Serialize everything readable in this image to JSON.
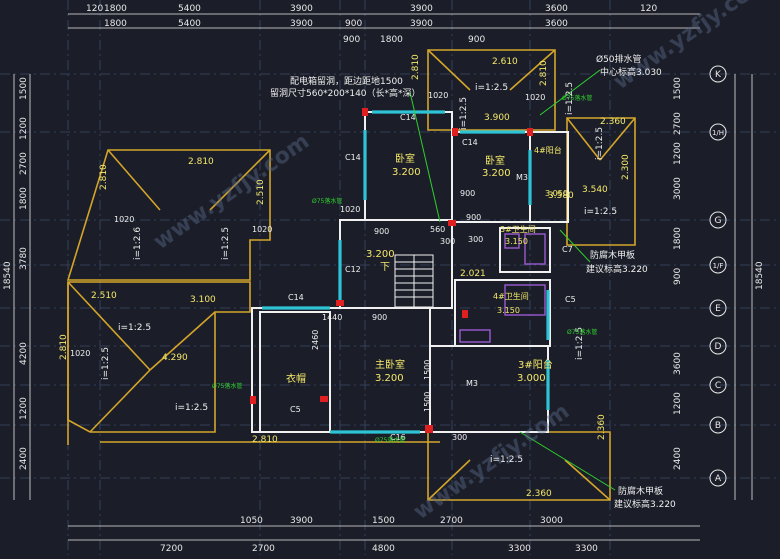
{
  "colors": {
    "background": "#1b1e28",
    "grid": "#3a4a6a",
    "dimension": "#e8e8e8",
    "wall": "#f0f0f0",
    "roof": "#d4a52a",
    "window": "#2ec4d6",
    "door": "#e02020",
    "label": "#f5e96b",
    "leader": "#2fd02f",
    "fixture": "#9a5bd1",
    "watermark": "#5a6a8a"
  },
  "dims_top_outer": [
    "120",
    "1800",
    "5400",
    "3900",
    "3900",
    "3600",
    "120"
  ],
  "dims_top_inner": [
    "1800",
    "5400",
    "3900",
    "900",
    "3900",
    "3600"
  ],
  "dims_top_minor": [
    "900",
    "1800",
    "900"
  ],
  "dims_bottom_outer": [
    "7200",
    "2700",
    "4800",
    "3300",
    "3300"
  ],
  "dims_bottom_inner": [
    "1050",
    "3900",
    "1500",
    "2700",
    "3000"
  ],
  "dims_left_outer": [
    "18540"
  ],
  "dims_left_inner": [
    "1500",
    "1200",
    "2700",
    "1800",
    "3780",
    "4200",
    "1200",
    "2400"
  ],
  "dims_right_outer": [
    "18540"
  ],
  "dims_right_inner": [
    "1500",
    "2700",
    "1200",
    "3000",
    "1800",
    "900",
    "3600",
    "1200",
    "2400"
  ],
  "grid_axes_right": [
    "K",
    "1/H",
    "G",
    "1/F",
    "E",
    "D",
    "C",
    "B",
    "A"
  ],
  "rooms": {
    "bedroom_1": {
      "name": "卧室",
      "level": "3.200"
    },
    "bedroom_2": {
      "name": "卧室",
      "level": "3.200"
    },
    "balcony_4": {
      "name": "4#阳台",
      "level": "3.050"
    },
    "bath_3": {
      "name": "3#卫生间",
      "level": "3.150"
    },
    "bath_4": {
      "name": "4#卫生间",
      "level": "3.150"
    },
    "hall": {
      "level": "3.200",
      "stair": "下"
    },
    "master": {
      "name": "主卧室",
      "level": "3.200"
    },
    "closet": {
      "name": "衣帽"
    },
    "balcony_3": {
      "name": "3#阳台",
      "level": "3.000"
    }
  },
  "notes": {
    "hole_line1": "配电箱留洞，距边距地1500",
    "hole_line2": "留洞尺寸560*200*140（长*高*深）",
    "drain_pipe": "Ø50排水管",
    "center_level": "中心标高3.030",
    "deck_line1": "防腐木甲板",
    "deck_line2": "建议标高3.220",
    "deck2_line1": "防腐木甲板",
    "deck2_line2": "建议标高3.220"
  },
  "roof_levels": [
    "2.810",
    "2.810",
    "2.610",
    "2.510",
    "2.510",
    "2.810",
    "2.810",
    "2.810",
    "2.810",
    "2.360",
    "2.360",
    "2.300",
    "2.360",
    "3.540",
    "3.100",
    "4.290",
    "3.900",
    "2.021",
    "3.580"
  ],
  "slopes": [
    "i=1:2.5",
    "i=1:2.5",
    "i=1:2.5",
    "i=1:2.5",
    "i=1:2.5",
    "i=1:2.5",
    "i=1:2.5",
    "i=1:2.5",
    "i=1:2.5",
    "i=1:2.5",
    "i=1:2.5",
    "i=1:2.6"
  ],
  "window_tags": [
    "C14",
    "C14",
    "C14",
    "C12",
    "C14",
    "C16",
    "C5",
    "C5",
    "C7",
    "M3",
    "M3"
  ],
  "misc_dims": [
    "1020",
    "1020",
    "1020",
    "1020",
    "1020",
    "1020",
    "560",
    "300",
    "900",
    "900",
    "900",
    "1440",
    "2460",
    "1500",
    "1500",
    "300",
    "300",
    "900"
  ],
  "drain_tags": [
    "Ø75落水管",
    "Ø75落水管",
    "Ø75落水管",
    "Ø75落水管",
    "Ø75落水管"
  ],
  "watermark": "www.yzfjy.com"
}
